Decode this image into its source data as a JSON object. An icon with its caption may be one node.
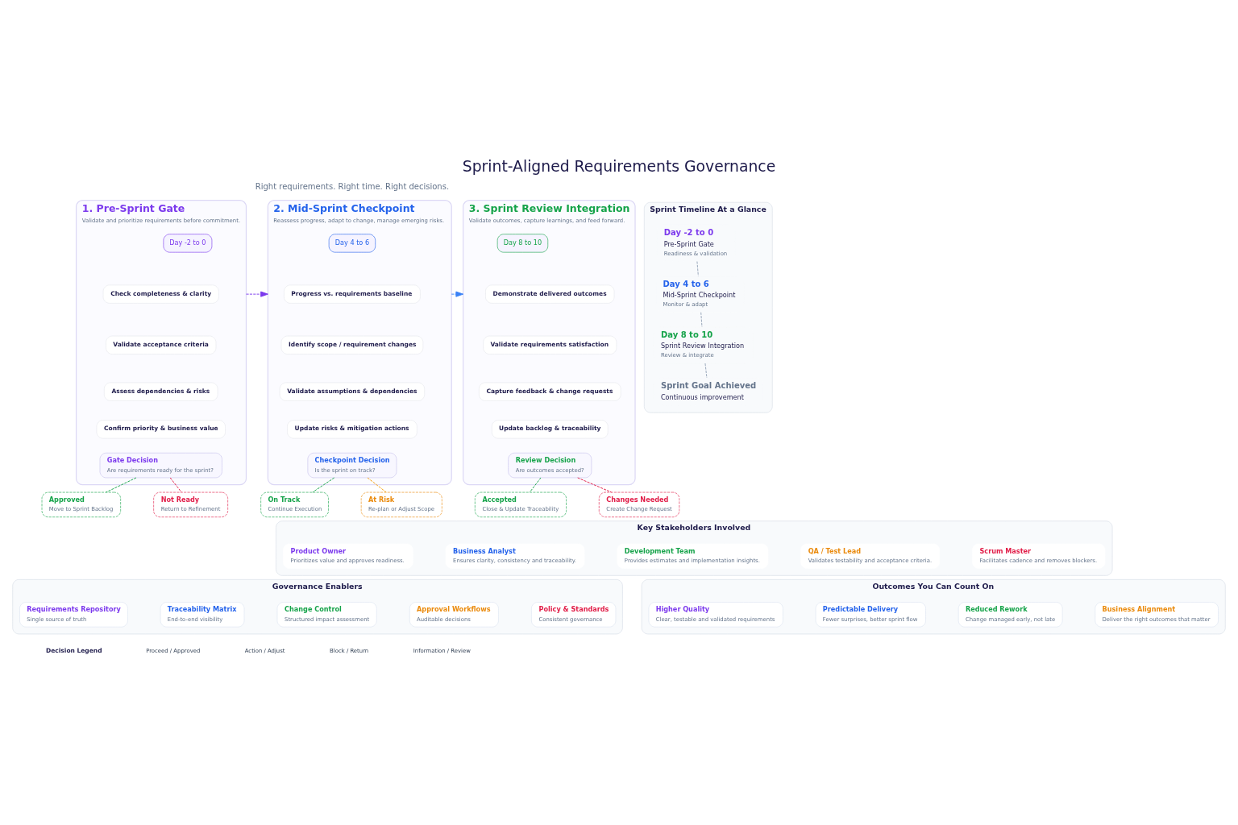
{
  "diagram": {
    "title": "Sprint-Aligned Requirements Governance",
    "nodes": [
      {
        "text": [
          "1. Pre-Sprint Gate",
          "Validate and prioritize requirements before commitment."
        ],
        "beside": [
          "Day -2 to 0"
        ]
      },
      {
        "text": [
          "Check completeness & clarity"
        ],
        "in": 0
      },
      {
        "text": [
          "Validate acceptance criteria"
        ],
        "in": 0
      },
      {
        "text": [
          "Assess dependencies & risks"
        ],
        "in": 0
      },
      {
        "text": [
          "Confirm priority & business value"
        ],
        "in": 0
      },
      {
        "text": [
          "Gate Decision",
          "Are requirements ready for the sprint?"
        ],
        "in": 0
      },
      {
        "text": [
          "Approved",
          "Move to Sprint Backlog"
        ]
      },
      {
        "text": [
          "Not Ready",
          "Return to Refinement"
        ]
      },
      {
        "text": [
          "2. Mid-Sprint Checkpoint",
          "Reassess progress, adapt to change, manage emerging risks."
        ],
        "beside": [
          "Day 4 to 6"
        ]
      },
      {
        "text": [
          "Progress vs. requirements baseline"
        ],
        "in": 8
      },
      {
        "text": [
          "Identify scope / requirement changes"
        ],
        "in": 8
      },
      {
        "text": [
          "Validate assumptions & dependencies"
        ],
        "in": 8
      },
      {
        "text": [
          "Update risks & mitigation actions"
        ],
        "in": 8
      },
      {
        "text": [
          "Checkpoint Decision",
          "Is the sprint on track?"
        ],
        "in": 8
      },
      {
        "text": [
          "On Track",
          "Continue Execution"
        ]
      },
      {
        "text": [
          "At Risk",
          "Re-plan or Adjust Scope"
        ]
      },
      {
        "text": [
          "3. Sprint Review Integration",
          "Validate outcomes, capture learnings, and feed forward."
        ],
        "beside": [
          "Day 8 to 10"
        ]
      },
      {
        "text": [
          "Demonstrate delivered outcomes"
        ],
        "in": 16
      },
      {
        "text": [
          "Validate requirements satisfaction"
        ],
        "in": 16
      },
      {
        "text": [
          "Capture feedback & change requests"
        ],
        "in": 16
      },
      {
        "text": [
          "Update backlog & traceability"
        ],
        "in": 16
      },
      {
        "text": [
          "Review Decision",
          "Are outcomes accepted?"
        ],
        "in": 16
      },
      {
        "text": [
          "Accepted",
          "Close & Update Traceability"
        ]
      },
      {
        "text": [
          "Changes Needed",
          "Create Change Request"
        ]
      },
      {
        "text": [
          "Key Stakeholders Involved"
        ]
      },
      {
        "text": [
          "Product Owner",
          "Prioritizes value and approves readiness."
        ],
        "in": 24
      },
      {
        "text": [
          "Business Analyst",
          "Ensures clarity, consistency and traceability."
        ],
        "in": 24
      },
      {
        "text": [
          "Development Team",
          "Provides estimates and implementation insights."
        ],
        "in": 24
      },
      {
        "text": [
          "QA / Test Lead",
          "Validates testability and acceptance criteria."
        ],
        "in": 24
      },
      {
        "text": [
          "Scrum Master",
          "Facilitates cadence and removes blockers."
        ],
        "in": 24
      },
      {
        "text": [
          "Governance Enablers"
        ]
      },
      {
        "text": [
          "Requirements Repository",
          "Single source of truth"
        ],
        "in": 30
      },
      {
        "text": [
          "Traceability Matrix",
          "End-to-end visibility"
        ],
        "in": 30
      },
      {
        "text": [
          "Change Control",
          "Structured impact assessment"
        ],
        "in": 30
      },
      {
        "text": [
          "Approval Workflows",
          "Auditable decisions"
        ],
        "in": 30
      },
      {
        "text": [
          "Policy & Standards",
          "Consistent governance"
        ],
        "in": 30
      },
      {
        "text": [
          "Outcomes You Can Count On"
        ]
      },
      {
        "text": [
          "Higher Quality",
          "Clear, testable and validated requirements"
        ],
        "in": 36
      },
      {
        "text": [
          "Predictable Delivery",
          "Fewer surprises, better sprint flow"
        ],
        "in": 36
      },
      {
        "text": [
          "Reduced Rework",
          "Change managed early, not late"
        ],
        "in": 36
      },
      {
        "text": [
          "Business Alignment",
          "Deliver the right outcomes that matter"
        ],
        "in": 36
      },
      {
        "text": [
          "Sprint Timeline At a Glance"
        ]
      },
      {
        "text": [
          "Day -2 to 0",
          "Pre-Sprint Gate",
          "Readiness & validation"
        ],
        "in": 41
      },
      {
        "text": [
          "Day 4 to 6",
          "Mid-Sprint Checkpoint",
          "Monitor & adapt"
        ],
        "in": 41
      },
      {
        "text": [
          "Day 8 to 10",
          "Sprint Review Integration",
          "Review & integrate"
        ],
        "in": 41
      },
      {
        "text": [
          "Sprint Goal Achieved",
          "Continuous improvement"
        ],
        "in": 41
      }
    ],
    "edges": [
      {
        "from": 0,
        "to": 8,
        "arrow": "to",
        "style": "dashed",
        "color": "#7c3aed"
      },
      {
        "from": 8,
        "to": 16,
        "arrow": "to",
        "style": "dashed",
        "color": "#3b82f6"
      },
      {
        "from": 5,
        "to": 6,
        "arrow": "none",
        "style": "dashed",
        "color": "#16a34a"
      },
      {
        "from": 5,
        "to": 7,
        "arrow": "none",
        "style": "dashed",
        "color": "#e11d48"
      },
      {
        "from": 13,
        "to": 14,
        "arrow": "none",
        "style": "dashed",
        "color": "#16a34a"
      },
      {
        "from": 13,
        "to": 15,
        "arrow": "none",
        "style": "dashed",
        "color": "#f59e0b"
      },
      {
        "from": 21,
        "to": 22,
        "arrow": "none",
        "style": "dashed",
        "color": "#16a34a"
      },
      {
        "from": 21,
        "to": 23,
        "arrow": "none",
        "style": "dashed",
        "color": "#e11d48"
      },
      {
        "from": 42,
        "to": 43,
        "arrow": "none",
        "style": "dashed",
        "color": "#94a3b8"
      },
      {
        "from": 43,
        "to": 44,
        "arrow": "none",
        "style": "dashed",
        "color": "#94a3b8"
      },
      {
        "from": 44,
        "to": 45,
        "arrow": "none",
        "style": "dashed",
        "color": "#94a3b8"
      }
    ],
    "labels": [
      "Right requirements. Right time. Right decisions.",
      "Decision Legend"
    ],
    "legend": [
      {
        "text": "Proceed / Approved"
      },
      {
        "text": "Action / Adjust"
      },
      {
        "text": "Block / Return"
      },
      {
        "text": "Information / Review"
      }
    ]
  }
}
